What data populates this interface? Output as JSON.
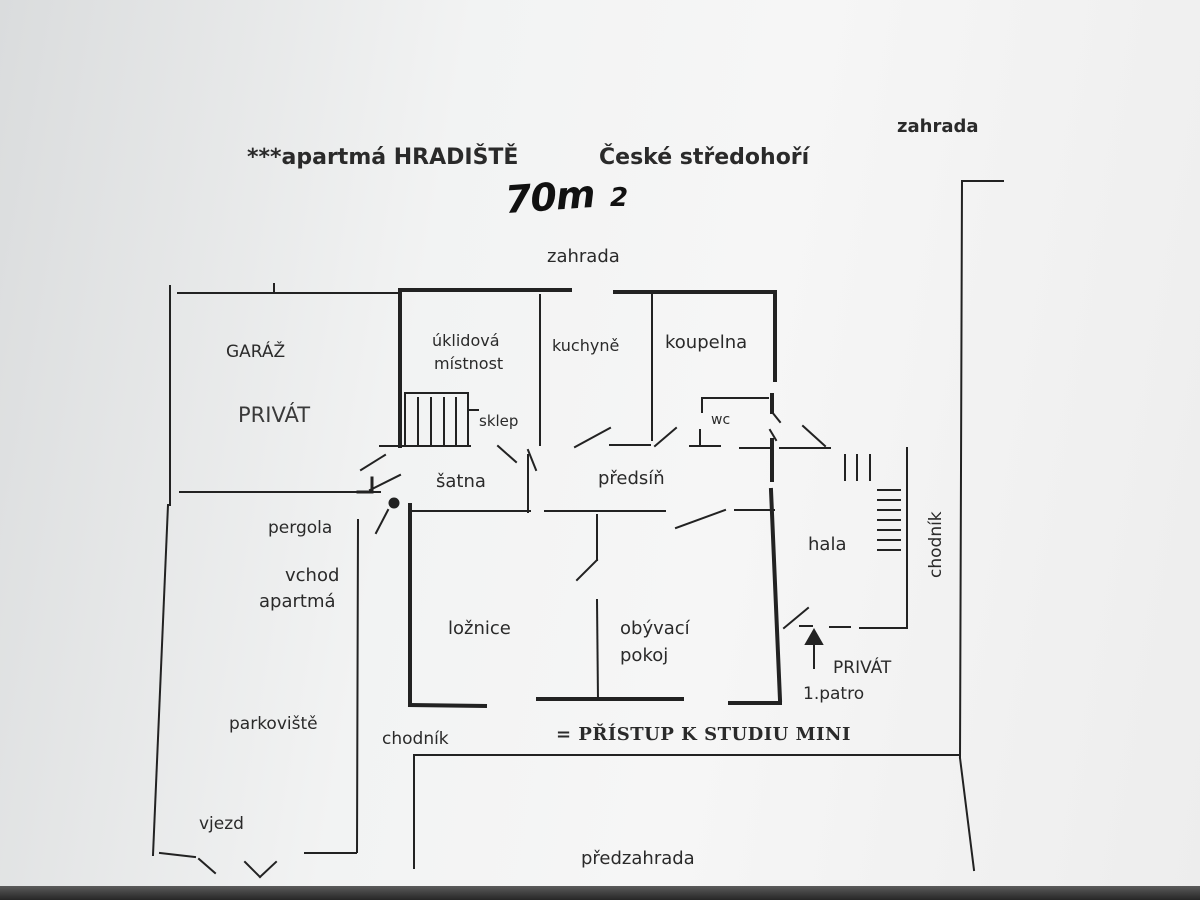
{
  "title": {
    "stars": "***",
    "name": "apartmá HRADIŠTĚ",
    "region": "České středohoří"
  },
  "area": {
    "value": "70m",
    "exponent": "2"
  },
  "labels": {
    "zahrada_right": "zahrada",
    "zahrada_top": "zahrada",
    "garaz": "GARÁŽ",
    "privat_garage": "PRIVÁT",
    "uklidova_1": "úklidová",
    "uklidova_2": "místnost",
    "kuchyne": "kuchyně",
    "koupelna": "koupelna",
    "sklep": "sklep",
    "wc": "wc",
    "satna": "šatna",
    "predsin": "předsíň",
    "pergola": "pergola",
    "vchod_1": "vchod",
    "vchod_2": "apartmá",
    "hala": "hala",
    "chodnik_right": "chodník",
    "loznice": "ložnice",
    "obyvaci_1": "obývací",
    "obyvaci_2": "pokoj",
    "privat_right": "PRIVÁT",
    "patro": "1.patro",
    "parkoviste": "parkoviště",
    "chodnik_bottom": "chodník",
    "pristup": "= PŘÍSTUP K STUDIU MINI",
    "vjezd": "vjezd",
    "predzahrada": "předzahrada"
  },
  "colors": {
    "ink": "#1f1f1f",
    "paper": "#f3f3f3"
  }
}
